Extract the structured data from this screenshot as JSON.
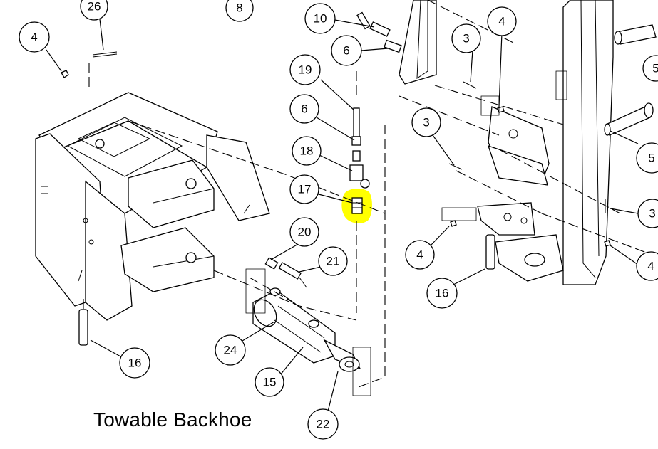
{
  "caption": "Towable Backhoe",
  "highlight_color": "#FFFF00",
  "callouts": [
    {
      "id": "c26a",
      "label": "26"
    },
    {
      "id": "c8",
      "label": "8"
    },
    {
      "id": "c10",
      "label": "10"
    },
    {
      "id": "c4a",
      "label": "4"
    },
    {
      "id": "c6a",
      "label": "6"
    },
    {
      "id": "c3a",
      "label": "3"
    },
    {
      "id": "c4b",
      "label": "4"
    },
    {
      "id": "c19",
      "label": "19"
    },
    {
      "id": "c6b",
      "label": "6"
    },
    {
      "id": "c3b",
      "label": "3"
    },
    {
      "id": "c18",
      "label": "18"
    },
    {
      "id": "c5a",
      "label": "5"
    },
    {
      "id": "c17",
      "label": "17"
    },
    {
      "id": "c3c",
      "label": "3"
    },
    {
      "id": "c20",
      "label": "20"
    },
    {
      "id": "c4c",
      "label": "4"
    },
    {
      "id": "c21",
      "label": "21"
    },
    {
      "id": "c4d",
      "label": "4"
    },
    {
      "id": "c16a",
      "label": "16"
    },
    {
      "id": "c24",
      "label": "24"
    },
    {
      "id": "c16b",
      "label": "16"
    },
    {
      "id": "c15",
      "label": "15"
    },
    {
      "id": "c22",
      "label": "22"
    },
    {
      "id": "c5b",
      "label": "5"
    }
  ]
}
